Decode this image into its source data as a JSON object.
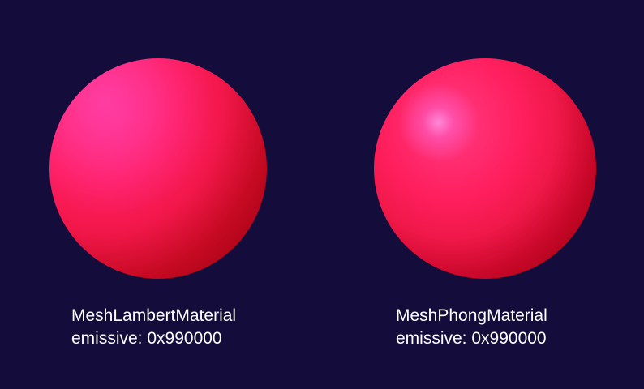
{
  "colors": {
    "background": "#140c3a",
    "label_text": "#ffffff"
  },
  "panels": [
    {
      "material_name": "MeshLambertMaterial",
      "emissive_line": "emissive: 0x990000"
    },
    {
      "material_name": "MeshPhongMaterial",
      "emissive_line": "emissive: 0x990000"
    }
  ]
}
